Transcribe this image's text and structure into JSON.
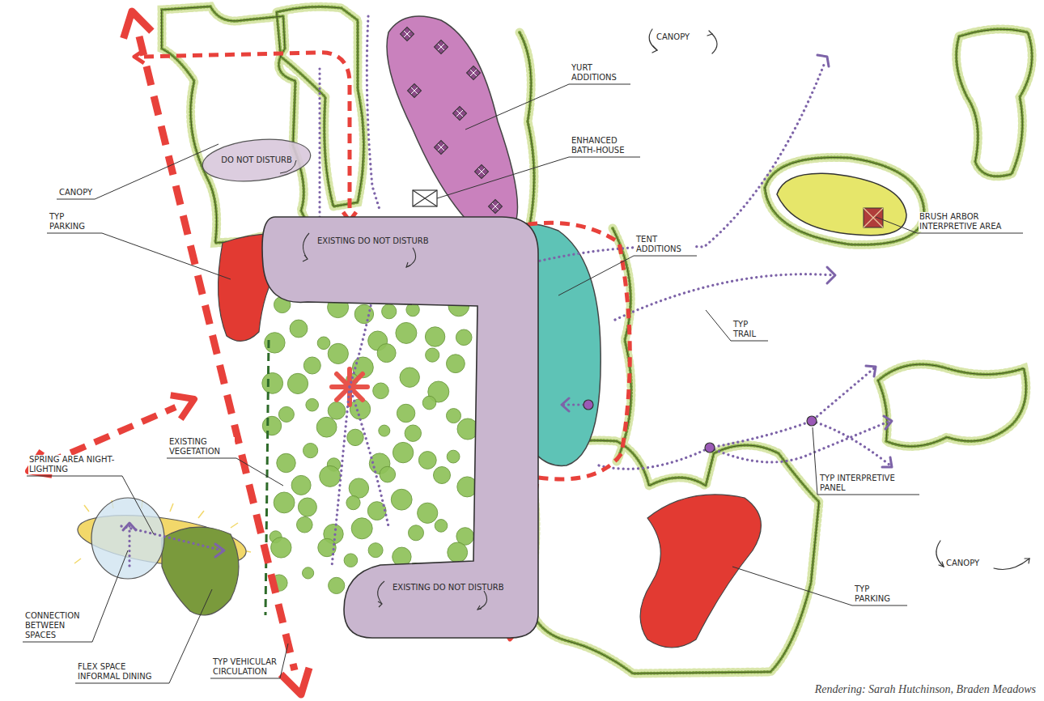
{
  "diagram": {
    "caption": "Rendering: Sarah Hutchinson, Braden Meadows",
    "nodes": [
      {
        "text": [
          "DO NOT DISTURB"
        ]
      },
      {
        "text": [
          "EXISTING DO NOT DISTURB",
          "EXISTING DO NOT DISTURB"
        ]
      }
    ],
    "labels": [
      "CANOPY",
      "YURT ADDITIONS",
      "ENHANCED BATH-HOUSE",
      "CANOPY",
      "TYP PARKING",
      "TENT ADDITIONS",
      "BRUSH ARBOR INTERPRETIVE AREA",
      "TYP TRAIL",
      "SPRING AREA NIGHT-LIGHTING",
      "EXISTING VEGETATION",
      "TYP INTERPRETIVE PANEL",
      "CONNECTION BETWEEN SPACES",
      "CANOPY",
      "TYP PARKING",
      "FLEX SPACE INFORMAL DINING",
      "TYP VEHICULAR CIRCULATION"
    ]
  }
}
